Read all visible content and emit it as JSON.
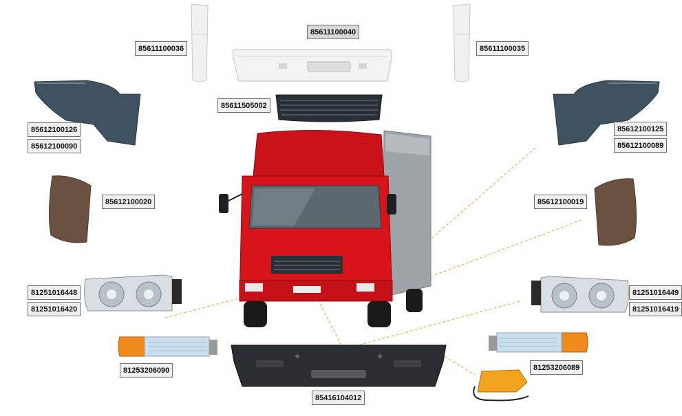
{
  "labels": {
    "p85611100040": "85611100040",
    "p85611100036": "85611100036",
    "p85611100035": "85611100035",
    "p85611505002": "85611505002",
    "p85612100126": "85612100126",
    "p85612100090": "85612100090",
    "p85612100125": "85612100125",
    "p85612100089": "85612100089",
    "p85612100020": "85612100020",
    "p85612100019": "85612100019",
    "p81251016448": "81251016448",
    "p81251016420": "81251016420",
    "p81251016449": "81251016449",
    "p81251016419": "81251016419",
    "p81253206090": "81253206090",
    "p81253206089": "81253206089",
    "p85416104012": "85416104012"
  },
  "colors": {
    "truck_cab": "#d8141b",
    "panel_dark": "#3a4a55",
    "panel_brown": "#6b5142",
    "amber": "#f08a1c",
    "leader_line": "#e8b96a"
  }
}
